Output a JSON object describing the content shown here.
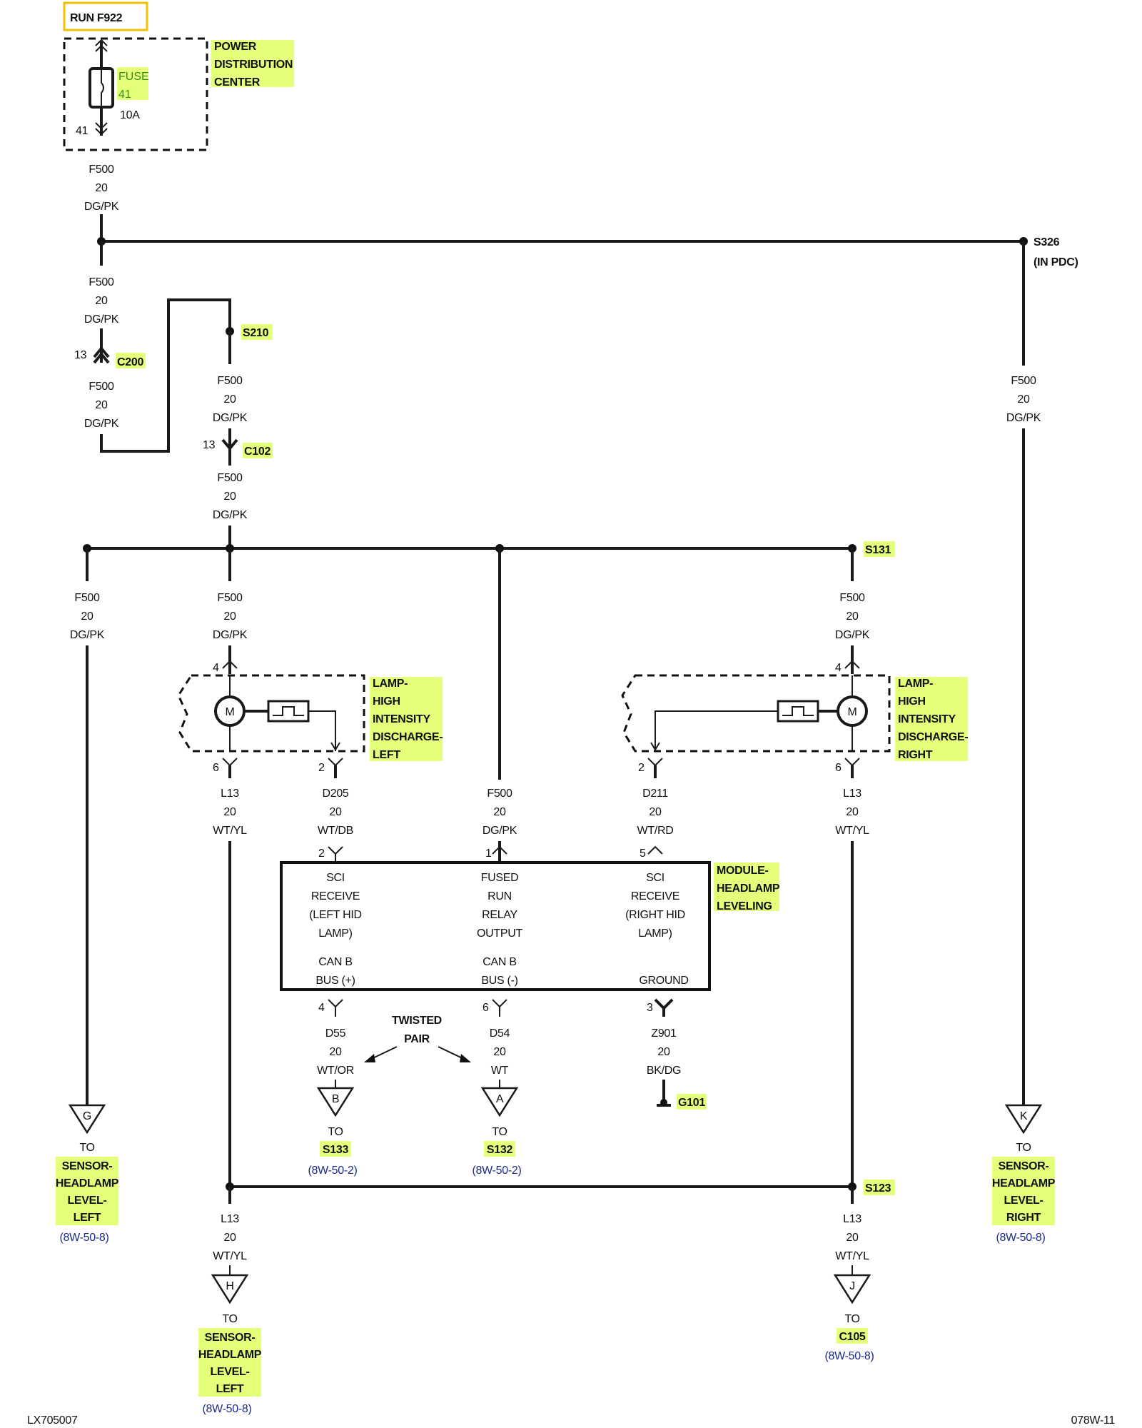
{
  "colors": {
    "highlight": "#e4ff7a",
    "fuse_box_border": "#f2c200",
    "wire": "#1a1a1a",
    "ref_text": "#1c2a8a",
    "fuse_text": "#3c8a1a"
  },
  "header": {
    "run_label": "RUN F922"
  },
  "pdc": {
    "label": [
      "POWER",
      "DISTRIBUTION",
      "CENTER"
    ],
    "fuse_name": "FUSE",
    "fuse_num": "41",
    "fuse_amp": "10A",
    "cavity": "41"
  },
  "wire_f500": {
    "circuit": "F500",
    "gauge": "20",
    "color": "DG/PK"
  },
  "wire_l13": {
    "circuit": "L13",
    "gauge": "20",
    "color": "WT/YL"
  },
  "wire_d205": {
    "circuit": "D205",
    "gauge": "20",
    "color": "WT/DB"
  },
  "wire_d211": {
    "circuit": "D211",
    "gauge": "20",
    "color": "WT/RD"
  },
  "wire_d55": {
    "circuit": "D55",
    "gauge": "20",
    "color": "WT/OR"
  },
  "wire_d54": {
    "circuit": "D54",
    "gauge": "20",
    "color": "WT"
  },
  "wire_z901": {
    "circuit": "Z901",
    "gauge": "20",
    "color": "BK/DG"
  },
  "splices": {
    "s326": "S326",
    "s326_note": "(IN PDC)",
    "s210": "S210",
    "s131": "S131",
    "s123": "S123",
    "g101": "G101"
  },
  "connectors": {
    "c200": "C200",
    "c200_pin": "13",
    "c102": "C102",
    "c102_pin": "13"
  },
  "lamp_left": {
    "label": [
      "LAMP-",
      "HIGH",
      "INTENSITY",
      "DISCHARGE-",
      "LEFT"
    ],
    "pin_top": "4",
    "pin_l13": "6",
    "pin_d205": "2",
    "motor": "M"
  },
  "lamp_right": {
    "label": [
      "LAMP-",
      "HIGH",
      "INTENSITY",
      "DISCHARGE-",
      "RIGHT"
    ],
    "pin_top": "4",
    "pin_l13": "6",
    "pin_d211": "2",
    "motor": "M"
  },
  "module": {
    "label": [
      "MODULE-",
      "HEADLAMP",
      "LEVELING"
    ],
    "pins_top": [
      "2",
      "1",
      "5"
    ],
    "pins_bottom": [
      "4",
      "6",
      "3"
    ],
    "col_left": [
      "SCI",
      "RECEIVE",
      "(LEFT HID",
      "LAMP)"
    ],
    "col_mid": [
      "FUSED",
      "RUN",
      "RELAY",
      "OUTPUT"
    ],
    "col_right": [
      "SCI",
      "RECEIVE",
      "(RIGHT HID",
      "LAMP)"
    ],
    "can_plus": [
      "CAN B",
      "BUS (+)"
    ],
    "can_minus": [
      "CAN B",
      "BUS (-)"
    ],
    "ground": "GROUND"
  },
  "twisted_pair": [
    "TWISTED",
    "PAIR"
  ],
  "terminals": {
    "to": "TO",
    "g": {
      "letter": "G",
      "dest": [
        "SENSOR-",
        "HEADLAMP",
        "LEVEL-",
        "LEFT"
      ],
      "ref": "(8W-50-8)"
    },
    "k": {
      "letter": "K",
      "dest": [
        "SENSOR-",
        "HEADLAMP",
        "LEVEL-",
        "RIGHT"
      ],
      "ref": "(8W-50-8)"
    },
    "b": {
      "letter": "B",
      "dest": "S133",
      "ref": "(8W-50-2)"
    },
    "a": {
      "letter": "A",
      "dest": "S132",
      "ref": "(8W-50-2)"
    },
    "h": {
      "letter": "H",
      "dest": [
        "SENSOR-",
        "HEADLAMP",
        "LEVEL-",
        "LEFT"
      ],
      "ref": "(8W-50-8)"
    },
    "j": {
      "letter": "J",
      "dest": "C105",
      "ref": "(8W-50-8)"
    }
  },
  "footer": {
    "left_code": "LX705007",
    "right_code": "078W-11"
  }
}
